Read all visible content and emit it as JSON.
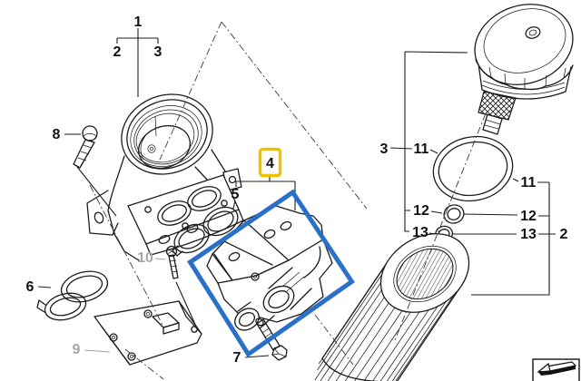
{
  "diagram": {
    "type": "exploded-parts-diagram",
    "subject": "oil filter housing assembly",
    "highlighted_callout": "4",
    "colors": {
      "selection_blue": "#2b70c8",
      "highlight_yellow": "#eec200",
      "muted_gray": "#a6a6a6",
      "line_black": "#1c1c1c"
    },
    "callouts": {
      "c1": "1",
      "c2": "2",
      "c3": "3",
      "c4": "4",
      "c5": "5",
      "c6": "6",
      "c7": "7",
      "c8": "8",
      "c9": "9",
      "c10": "10",
      "c3_right": "3",
      "c11_left": "11",
      "c11_right": "11",
      "c12_left": "12",
      "c12_right": "12",
      "c13_left": "13",
      "c13_right": "13",
      "c2_right": "2"
    }
  }
}
